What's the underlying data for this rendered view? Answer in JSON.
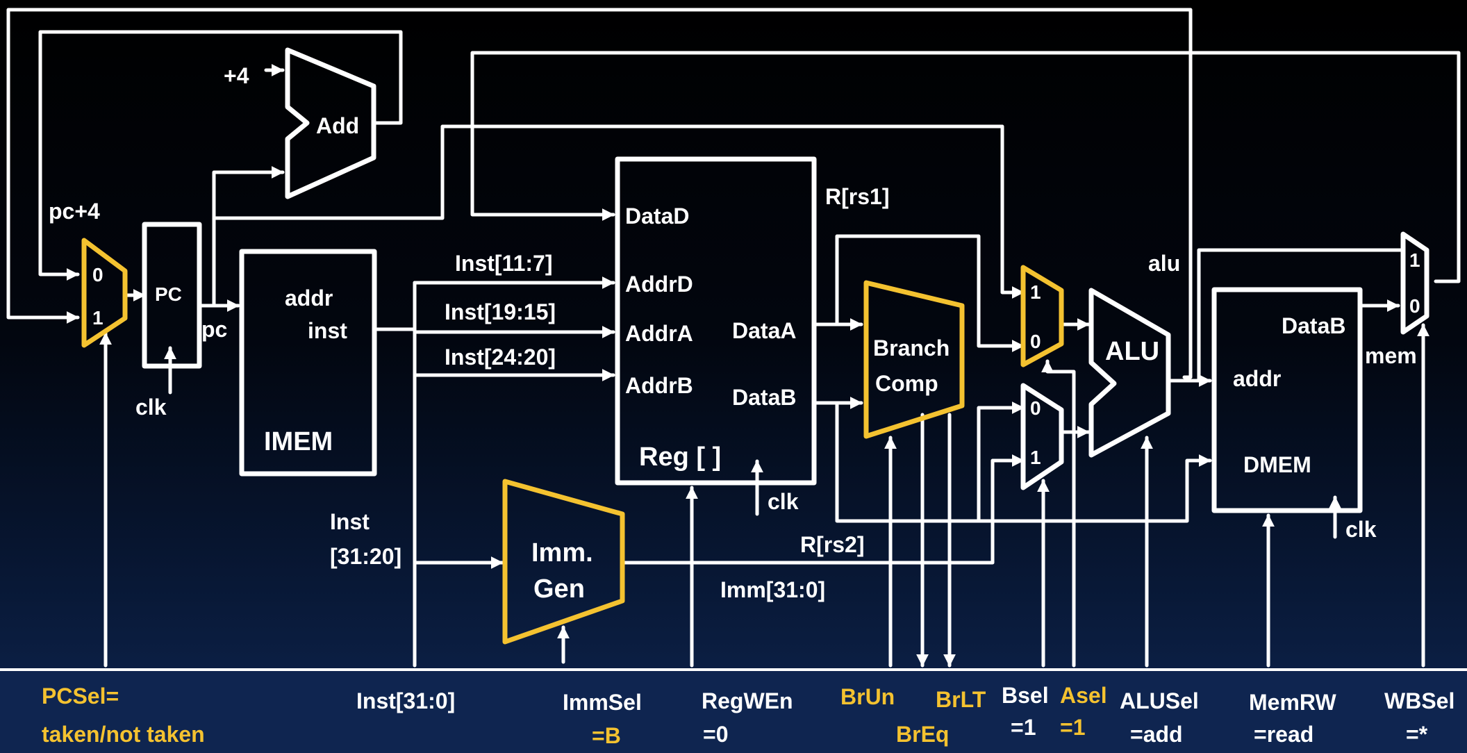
{
  "blocks": {
    "add": "Add",
    "pc": "PC",
    "imem_addr": "addr",
    "imem_inst": "inst",
    "imem": "IMEM",
    "datad": "DataD",
    "addrd": "AddrD",
    "addra": "AddrA",
    "addrb": "AddrB",
    "dataa": "DataA",
    "datab": "DataB",
    "reg": "Reg [ ]",
    "branch": "Branch",
    "comp": "Comp",
    "alu": "ALU",
    "dmem_datab": "DataB",
    "dmem_addr": "addr",
    "dmem": "DMEM",
    "imm": "Imm.",
    "gen": "Gen"
  },
  "signals": {
    "plus4": "+4",
    "pc_plus4": "pc+4",
    "pc": "pc",
    "clk": "clk",
    "inst_11_7": "Inst[11:7]",
    "inst_19_15": "Inst[19:15]",
    "inst_24_20": "Inst[24:20]",
    "inst": "Inst",
    "inst_31_20": "[31:20]",
    "r_rs1": "R[rs1]",
    "r_rs2": "R[rs2]",
    "imm_31_0": "Imm[31:0]",
    "alu": "alu",
    "mem": "mem",
    "mux_0": "0",
    "mux_1": "1"
  },
  "controls": {
    "pcsel_1": "PCSel=",
    "pcsel_2": "taken/not taken",
    "inst_31_0": "Inst[31:0]",
    "immsel_1": "ImmSel",
    "immsel_2": "=B",
    "regwen_1": "RegWEn",
    "regwen_2": "=0",
    "brun": "BrUn",
    "breq": "BrEq",
    "brlt": "BrLT",
    "bsel_1": "Bsel",
    "bsel_2": "=1",
    "asel_1": "Asel",
    "asel_2": "=1",
    "alusel_1": "ALUSel",
    "alusel_2": "=add",
    "memrw_1": "MemRW",
    "memrw_2": "=read",
    "wbsel_1": "WBSel",
    "wbsel_2": "=*"
  },
  "colors": {
    "wire": "#ffffff",
    "highlight": "#f4c230",
    "background_top": "#000000",
    "background_bottom": "#0f2550"
  }
}
